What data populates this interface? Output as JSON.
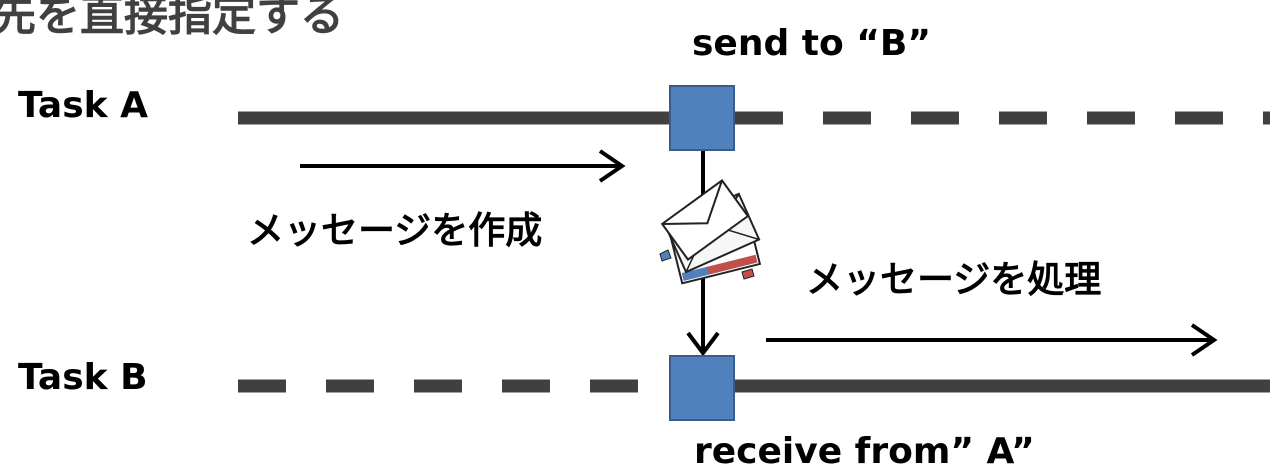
{
  "heading_fragment": "先を直接指定する",
  "task_a_label": "Task A",
  "task_b_label": "Task B",
  "send_label": "send to “B”",
  "receive_label": "receive from” A”",
  "create_message_label": "メッセージを作成",
  "process_message_label": "メッセージを処理",
  "colors": {
    "timeline": "#404040",
    "event_box_fill": "#4f81bd",
    "event_box_stroke": "#385d8a",
    "heading": "#404040"
  },
  "icons": {
    "envelope": "envelope-stack-icon"
  }
}
